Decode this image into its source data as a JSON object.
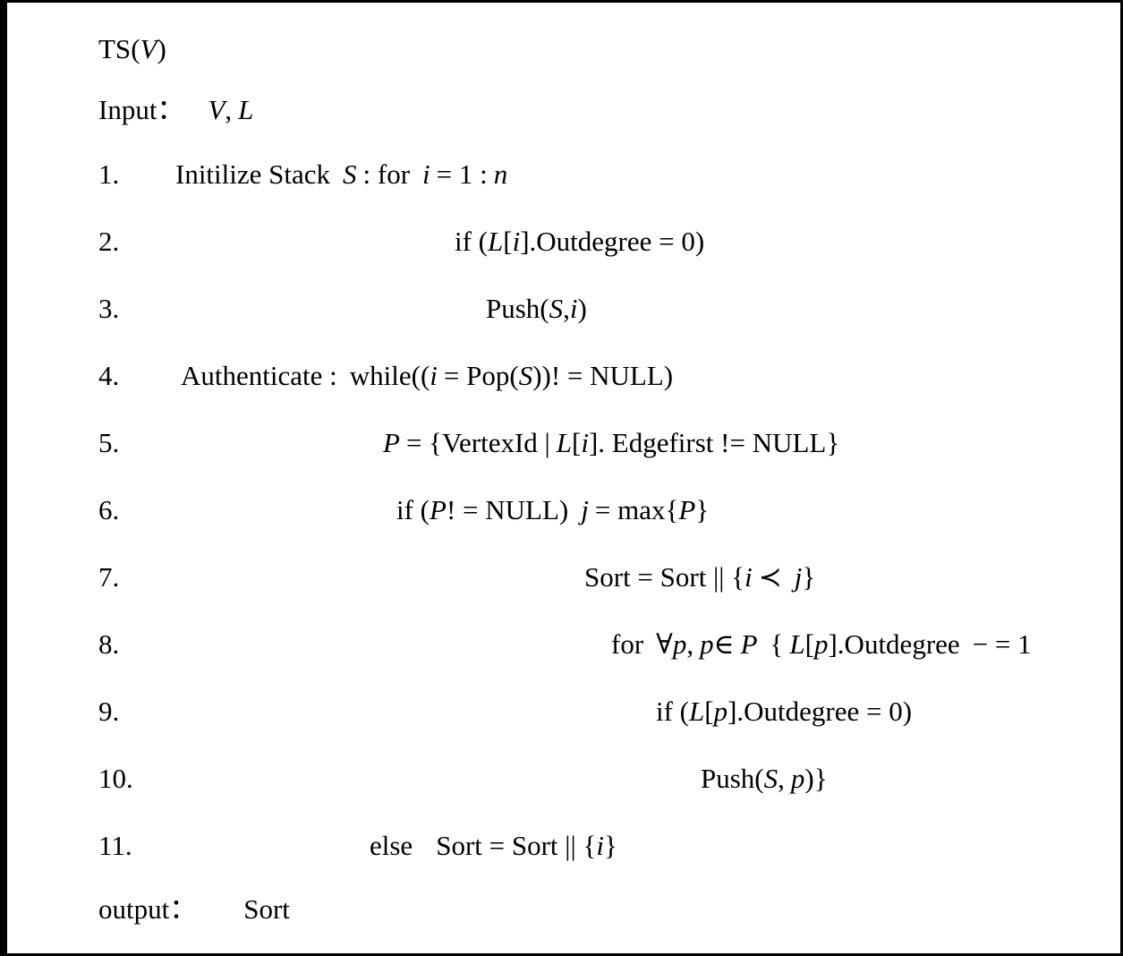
{
  "figure": {
    "title_line": "TS(V)",
    "title_name": "TS",
    "title_open": "(",
    "title_param": "V",
    "title_close": ")",
    "input_label": "Input：",
    "input_v": "V",
    "input_comma": ",",
    "input_l": "L",
    "output_label": "output：",
    "output_value": "Sort",
    "border_color": "#000000",
    "background_color": "#ffffff",
    "text_color": "#000000"
  },
  "lines": [
    {
      "number": "1.",
      "text": "Initilize Stack S : for i = 1 : n",
      "parts": {
        "a": "Initilize Stack",
        "var1": "S",
        "b": ": for",
        "var2": "i",
        "c": "= 1 :",
        "var3": "n"
      }
    },
    {
      "number": "2.",
      "text": "if (L[i].Outdegree = 0)",
      "parts": {
        "a": "if (",
        "var1": "L",
        "b": "[",
        "var2": "i",
        "c": "].Outdegree = 0)"
      }
    },
    {
      "number": "3.",
      "text": "Push(S,i)",
      "parts": {
        "a": "Push(",
        "var1": "S",
        "b": ",",
        "var2": "i",
        "c": ")"
      }
    },
    {
      "number": "4.",
      "text": "Authenticate : while((i = Pop(S))! = NULL)",
      "parts": {
        "a": "Authenticate :",
        "b": "while((",
        "var1": "i",
        "c": "= Pop(",
        "var2": "S",
        "d": "))! = NULL)"
      }
    },
    {
      "number": "5.",
      "text": "P = {VertexId | L[i]. Edgefirst != NULL}",
      "parts": {
        "var1": "P",
        "a": "= {VertexId |",
        "var2": "L",
        "b": "[",
        "var3": "i",
        "c": "]. Edgefirst != NULL}"
      }
    },
    {
      "number": "6.",
      "text": "if (P! = NULL) j = max{P}",
      "parts": {
        "a": "if (",
        "var1": "P",
        "b": "! = NULL)",
        "var2": "j",
        "c": "= max{",
        "var3": "P",
        "d": "}"
      }
    },
    {
      "number": "7.",
      "text": "Sort = Sort || {i ≺ j}",
      "parts": {
        "a": "Sort = Sort || {",
        "var1": "i",
        "b": "≺",
        "var2": "j",
        "c": "}"
      }
    },
    {
      "number": "8.",
      "text": "for ∀p, p ∈ P { L[p].Outdegree − = 1",
      "parts": {
        "a": "for",
        "b": "∀",
        "var1": "p",
        "c": ",",
        "var2": "p",
        "d": "∈",
        "var3": "P",
        "e": "{",
        "var4": "L",
        "f": "[",
        "var5": "p",
        "g": "].Outdegree",
        "h": "− = 1"
      }
    },
    {
      "number": "9.",
      "text": "if (L[p].Outdegree = 0)",
      "parts": {
        "a": "if (",
        "var1": "L",
        "b": "[",
        "var2": "p",
        "c": "].Outdegree = 0)"
      }
    },
    {
      "number": "10.",
      "text": "Push(S, p)}",
      "parts": {
        "a": "Push(",
        "var1": "S",
        "b": ",",
        "var2": "p",
        "c": ")}"
      }
    },
    {
      "number": "11.",
      "text": "else  Sort = Sort || {i}",
      "parts": {
        "a": "else",
        "b": "Sort = Sort || {",
        "var1": "i",
        "c": "}"
      }
    }
  ]
}
